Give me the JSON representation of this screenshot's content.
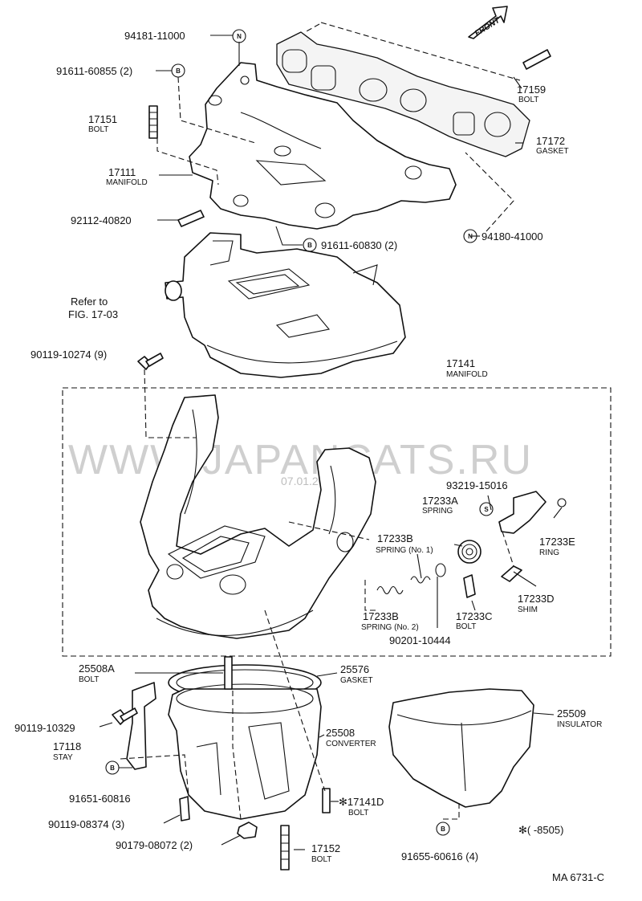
{
  "front_arrow": "FRONT",
  "watermark": {
    "main": "WWW.JAPANCATS.RU",
    "date": "07.01.2016"
  },
  "refer": {
    "line1": "Refer to",
    "line2": "FIG. 17-03"
  },
  "labels": {
    "p94181": "94181-11000",
    "p91611a": "91611-60855 (2)",
    "p17151": "17151",
    "p17151s": "BOLT",
    "p17111": "17111",
    "p17111s": "MANIFOLD",
    "p92112": "92112-40820",
    "p91611b": "91611-60830 (2)",
    "p94180": "94180-41000",
    "p17159": "17159",
    "p17159s": "BOLT",
    "p17172": "17172",
    "p17172s": "GASKET",
    "p90119a": "90119-10274 (9)",
    "p17141": "17141",
    "p17141s": "MANIFOLD",
    "p93219": "93219-15016",
    "p17233A": "17233A",
    "p17233As": "SPRING",
    "p17233E": "17233E",
    "p17233Es": "RING",
    "p17233B1": "17233B",
    "p17233B1s": "SPRING (No. 1)",
    "p17233D": "17233D",
    "p17233Ds": "SHIM",
    "p17233C": "17233C",
    "p17233Cs": "BOLT",
    "p17233B2": "17233B",
    "p17233B2s": "SPRING (No. 2)",
    "p90201": "90201-10444",
    "p25508A": "25508A",
    "p25508As": "BOLT",
    "p25576": "25576",
    "p25576s": "GASKET",
    "p90119b": "90119-10329",
    "p17118": "17118",
    "p17118s": "STAY",
    "p25508": "25508",
    "p25508s": "CONVERTER",
    "p25509": "25509",
    "p25509s": "INSULATOR",
    "p91651": "91651-60816",
    "p90119c": "90119-08374 (3)",
    "p17141D": "✻17141D",
    "p17141Ds": "BOLT",
    "p90179": "90179-08072 (2)",
    "p17152": "17152",
    "p17152s": "BOLT",
    "p91655": "91655-60616 (4)",
    "note": "✻(      -8505)",
    "fig_code": "MA 6731-C"
  },
  "symbols": {
    "n": "N",
    "b": "B",
    "s": "S"
  }
}
